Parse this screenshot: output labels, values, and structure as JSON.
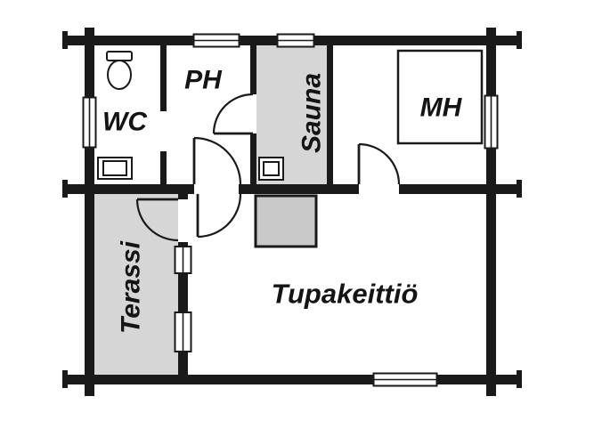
{
  "colors": {
    "background": "#ffffff",
    "wall": "#1a1a1a",
    "shaded_room": "#d6d6d6",
    "fireplace": "#c9c9c9",
    "label": "#141414"
  },
  "rooms": [
    {
      "id": "wc",
      "label": "WC"
    },
    {
      "id": "ph",
      "label": "PH"
    },
    {
      "id": "sauna",
      "label": "Sauna"
    },
    {
      "id": "mh",
      "label": "MH"
    },
    {
      "id": "terassi",
      "label": "Terassi"
    },
    {
      "id": "tupakeittio",
      "label": "Tupakeittiö"
    }
  ]
}
